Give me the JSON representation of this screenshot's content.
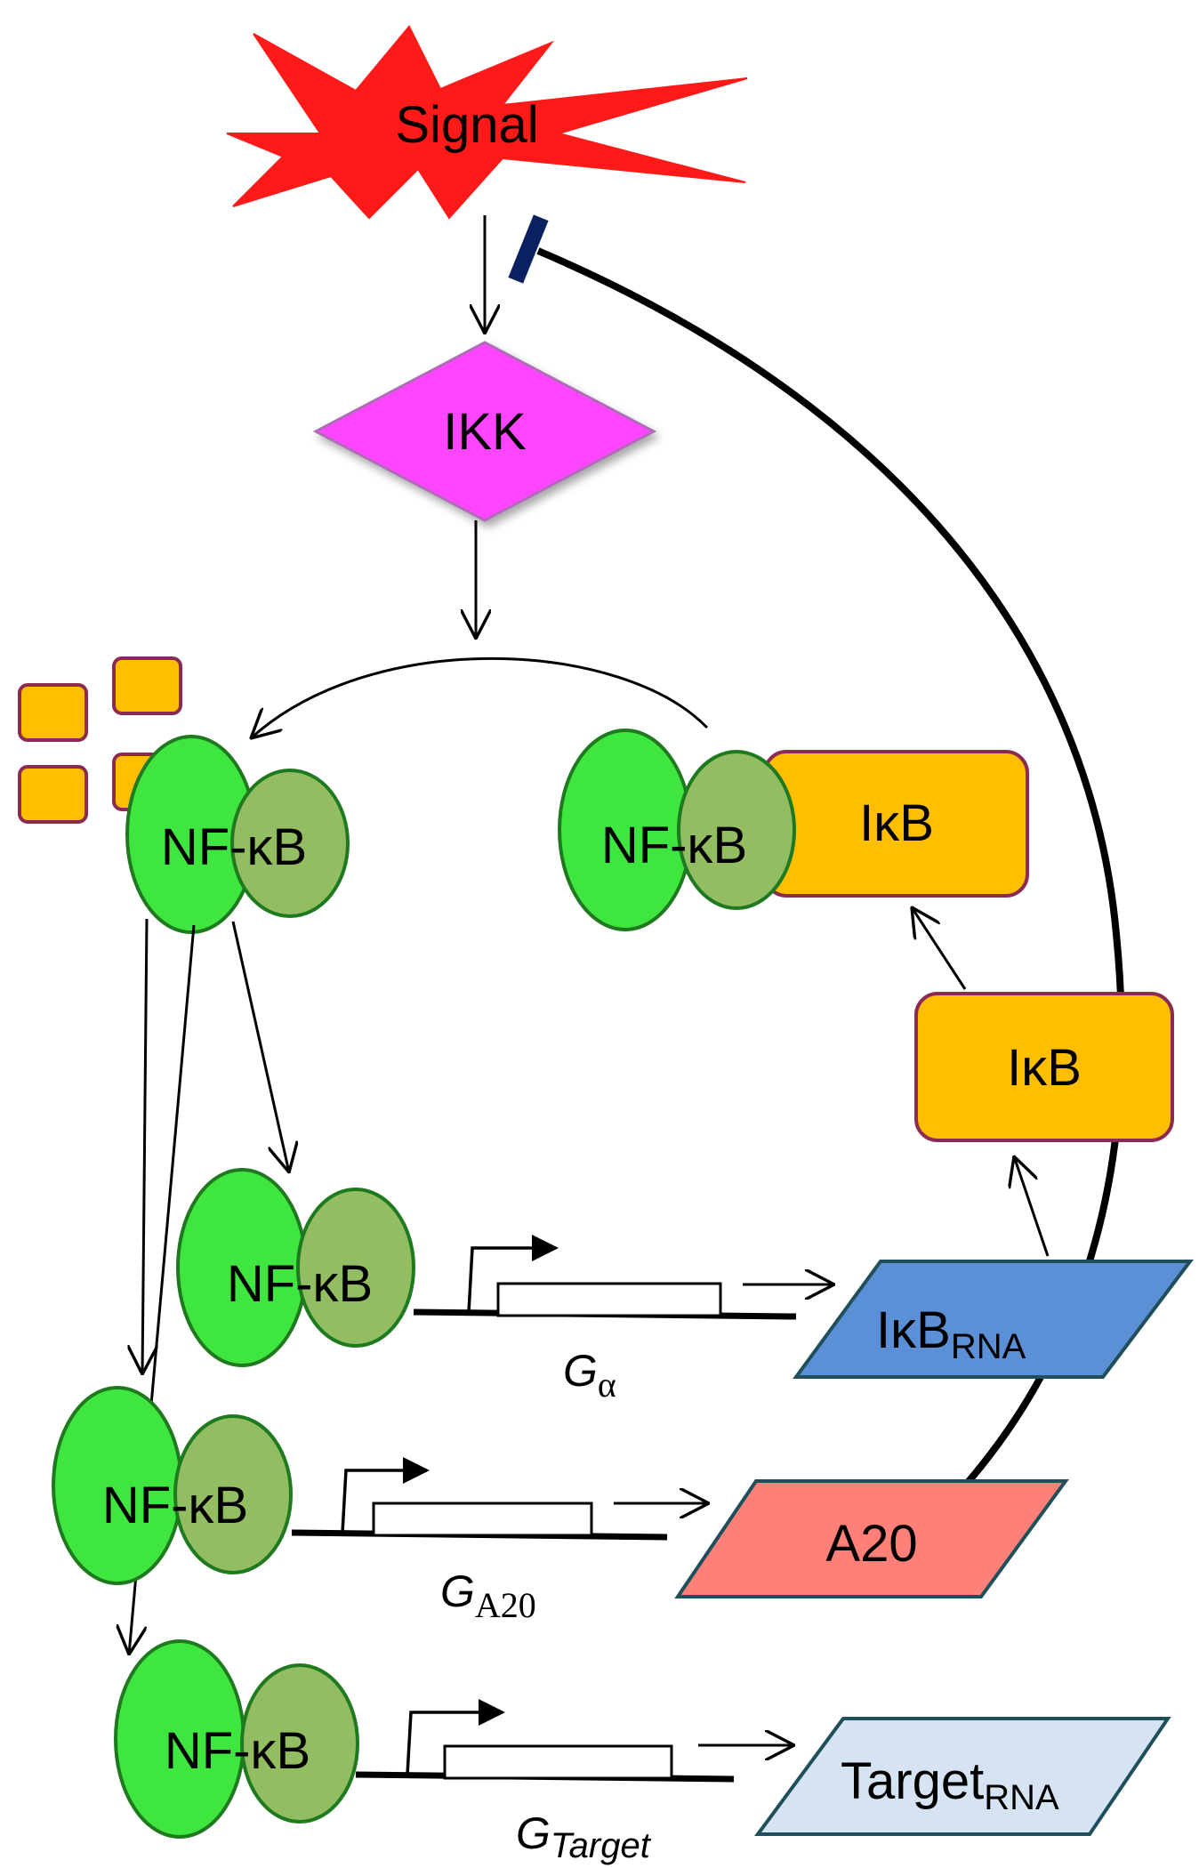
{
  "signal": {
    "label": "Signal",
    "color": "#ff1a1a"
  },
  "ikk": {
    "label": "IKK",
    "color": "#ff44ff"
  },
  "nfkb": {
    "label": "NF-κB",
    "light_color": "#3fe63f",
    "dark_color": "#92bd62",
    "outline_color": "#1f7a1f"
  },
  "ikb": {
    "label": "IκB",
    "color": "#ffbf00",
    "outline_color": "#8b2a52"
  },
  "ikb_rna": {
    "label_main": "IκB",
    "label_sub": "RNA",
    "color": "#5b8fd6"
  },
  "a20": {
    "label": "A20",
    "color": "#ff8079"
  },
  "target_rna": {
    "label_main": "Target",
    "label_sub": "RNA",
    "color": "#d6e3f2"
  },
  "genes": {
    "alpha": {
      "main": "G",
      "sub": "α"
    },
    "a20": {
      "main": "G",
      "sub": "A20"
    },
    "target": {
      "main": "G",
      "sub": "Target"
    }
  },
  "inhibit_bar_color": "#0a2060"
}
